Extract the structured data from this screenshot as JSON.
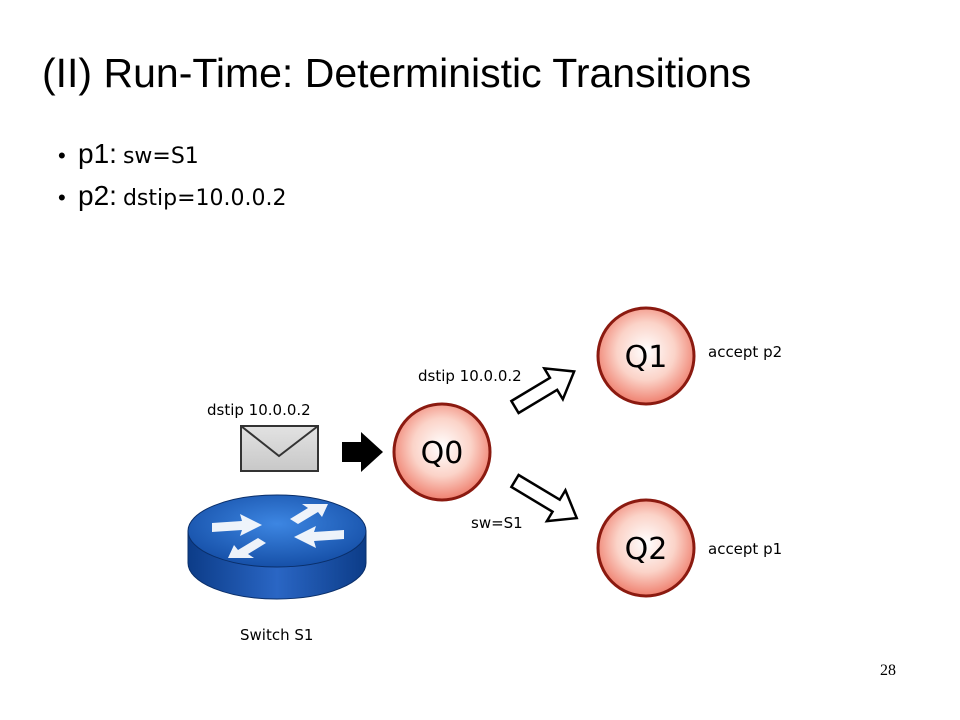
{
  "slide": {
    "title": "(II) Run-Time: Deterministic Transitions",
    "page_number": "28"
  },
  "bullets": [
    {
      "key": "p1:",
      "value": "sw=S1"
    },
    {
      "key": "p2:",
      "value": "dstip=10.0.0.2"
    }
  ],
  "diagram": {
    "packet_label": "dstip 10.0.0.2",
    "switch_label": "Switch S1",
    "states": [
      {
        "name": "Q0"
      },
      {
        "name": "Q1",
        "annotation": "accept p2"
      },
      {
        "name": "Q2",
        "annotation": "accept p1"
      }
    ],
    "transitions": [
      {
        "from": "Q0",
        "to": "Q1",
        "label": "dstip 10.0.0.2"
      },
      {
        "from": "Q0",
        "to": "Q2",
        "label": "sw=S1"
      }
    ],
    "colors": {
      "state_fill_center": "#ffffff",
      "state_fill_edge": "#f08070",
      "state_stroke": "#8b1a10"
    }
  }
}
